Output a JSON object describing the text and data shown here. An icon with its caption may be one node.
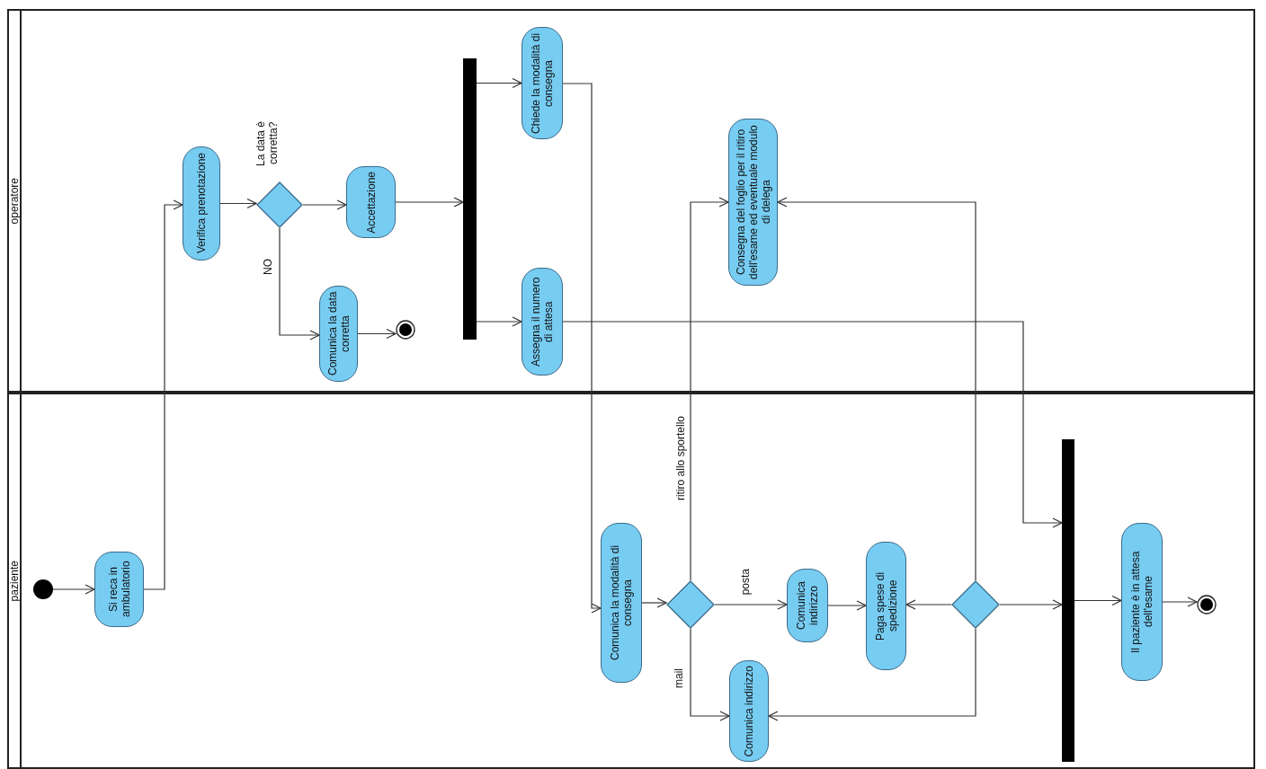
{
  "diagram": {
    "nodes": [
      {
        "text": [
          "operatore"
        ]
      },
      {
        "text": [
          "paziente"
        ]
      },
      {
        "text": [
          "Verifica prenotazione"
        ],
        "in": 0
      },
      {
        "text": [],
        "shape": "diamond",
        "in": 0,
        "beside": [
          "La data è corretta?"
        ]
      },
      {
        "text": [
          "Accettazione"
        ],
        "in": 0
      },
      {
        "text": [
          "Comunica la data corretta"
        ],
        "in": 0
      },
      {
        "text": [],
        "shape": "circle",
        "in": 0
      },
      {
        "text": [],
        "shape": "bar",
        "in": 0
      },
      {
        "text": [
          "Chiede la modalità di consegna"
        ],
        "in": 0
      },
      {
        "text": [
          "Assegna il numero di attesa"
        ],
        "in": 0
      },
      {
        "text": [
          "Consegna del foglio per il ritiro dell'esame ed eventuale modulo di delega"
        ],
        "in": 0
      },
      {
        "text": [],
        "shape": "circle",
        "in": 1
      },
      {
        "text": [
          "Si reca in ambulatorio"
        ],
        "in": 1
      },
      {
        "text": [
          "Comunica la modalità di consegna"
        ],
        "in": 1
      },
      {
        "text": [],
        "shape": "diamond",
        "in": 1
      },
      {
        "text": [
          "Comunica indirizzo"
        ],
        "in": 1
      },
      {
        "text": [
          "Comunica indirizzo"
        ],
        "in": 1
      },
      {
        "text": [
          "Paga spese di spedizione"
        ],
        "in": 1
      },
      {
        "text": [],
        "shape": "diamond",
        "in": 1
      },
      {
        "text": [],
        "shape": "bar",
        "in": 1
      },
      {
        "text": [
          "Il paziente è in attesa dell'esame"
        ],
        "in": 1
      },
      {
        "text": [],
        "shape": "circle",
        "in": 1
      }
    ],
    "edges": [
      {
        "from": 11,
        "to": 12,
        "arrow": "to"
      },
      {
        "from": 12,
        "to": 2,
        "arrow": "to"
      },
      {
        "from": 2,
        "to": 3,
        "arrow": "to"
      },
      {
        "from": 3,
        "to": 4,
        "arrow": "to"
      },
      {
        "from": 3,
        "to": 5,
        "arrow": "to",
        "label": "NO"
      },
      {
        "from": 5,
        "to": 6,
        "arrow": "to"
      },
      {
        "from": 4,
        "to": 7,
        "arrow": "to"
      },
      {
        "from": 7,
        "to": 8,
        "arrow": "to"
      },
      {
        "from": 7,
        "to": 9,
        "arrow": "to"
      },
      {
        "from": 8,
        "to": 13,
        "arrow": "to"
      },
      {
        "from": 9,
        "to": 19,
        "arrow": "to"
      },
      {
        "from": 13,
        "to": 14,
        "arrow": "to"
      },
      {
        "from": 14,
        "to": 15,
        "arrow": "to",
        "label": "posta"
      },
      {
        "from": 14,
        "to": 10,
        "arrow": "to",
        "label": "ritiro allo sportello"
      },
      {
        "from": 14,
        "to": 16,
        "arrow": "to",
        "label": "mail"
      },
      {
        "from": 15,
        "to": 17,
        "arrow": "to"
      },
      {
        "from": 18,
        "to": 17,
        "arrow": "to"
      },
      {
        "from": 18,
        "to": 10,
        "arrow": "to"
      },
      {
        "from": 18,
        "to": 16,
        "arrow": "to"
      },
      {
        "from": 18,
        "to": 19,
        "arrow": "to"
      },
      {
        "from": 19,
        "to": 20,
        "arrow": "to"
      },
      {
        "from": 20,
        "to": 21,
        "arrow": "to"
      }
    ]
  }
}
